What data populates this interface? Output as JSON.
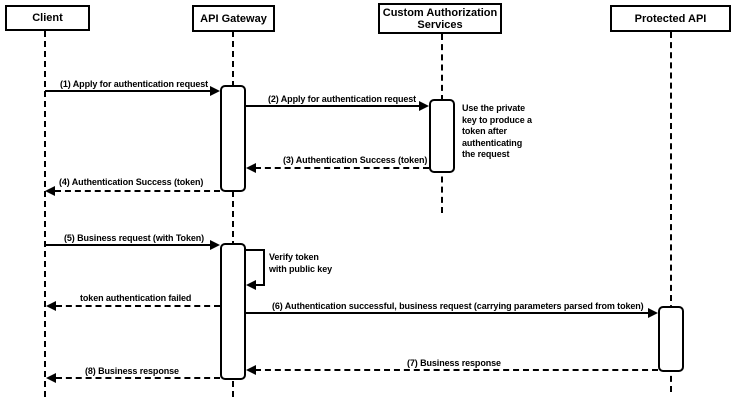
{
  "diagram_type": "uml-sequence-diagram",
  "colors": {
    "stroke": "#000000",
    "fill": "#ffffff",
    "text": "#000000"
  },
  "participants": [
    {
      "label": "Client"
    },
    {
      "label": "API Gateway"
    },
    {
      "label": "Custom Authorization\nServices"
    },
    {
      "label": "Protected API"
    }
  ],
  "messages": [
    {
      "label": "(1) Apply for authentication request",
      "from": "Client",
      "to": "API Gateway",
      "line": "solid",
      "direction": "right"
    },
    {
      "label": "(2) Apply for authentication request",
      "from": "API Gateway",
      "to": "Custom Authorization Services",
      "line": "solid",
      "direction": "right"
    },
    {
      "label": "(3) Authentication Success (token)",
      "from": "Custom Authorization Services",
      "to": "API Gateway",
      "line": "dashed",
      "direction": "left"
    },
    {
      "label": "(4) Authentication Success (token)",
      "from": "API Gateway",
      "to": "Client",
      "line": "dashed",
      "direction": "left"
    },
    {
      "label": "(5) Business request (with Token)",
      "from": "Client",
      "to": "API Gateway",
      "line": "solid",
      "direction": "right"
    },
    {
      "label": "Verify token\nwith public key",
      "from": "API Gateway",
      "to": "API Gateway",
      "line": "solid",
      "direction": "self"
    },
    {
      "label": "token authentication failed",
      "from": "API Gateway",
      "to": "Client",
      "line": "dashed",
      "direction": "left"
    },
    {
      "label": "(6) Authentication successful, business request (carrying parameters parsed from token)",
      "from": "API Gateway",
      "to": "Protected API",
      "line": "solid",
      "direction": "right"
    },
    {
      "label": "(7) Business response",
      "from": "Protected API",
      "to": "API Gateway",
      "line": "dashed",
      "direction": "left"
    },
    {
      "label": "(8) Business response",
      "from": "API Gateway",
      "to": "Client",
      "line": "dashed",
      "direction": "left"
    }
  ],
  "note": {
    "text": "Use the private\nkey to produce a\ntoken after\nauthenticating\nthe request"
  }
}
